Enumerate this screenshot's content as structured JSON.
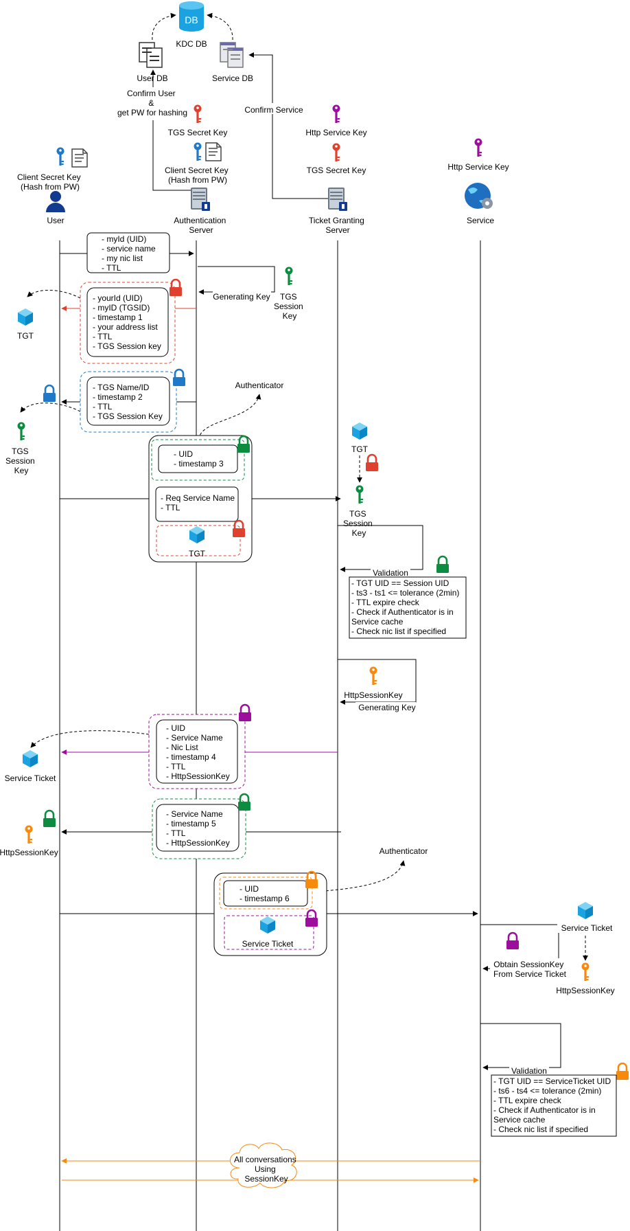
{
  "actors": {
    "user": "User",
    "auth_server": [
      "Authentication",
      "Server"
    ],
    "tgs": [
      "Ticket Granting",
      "Server"
    ],
    "service": "Service"
  },
  "top": {
    "kdc_db": "KDC DB",
    "db_glyph": "DB",
    "user_db": "User DB",
    "service_db": "Service DB",
    "confirm_user": [
      "Confirm User",
      "&",
      "get PW for hashing"
    ],
    "confirm_service": "Confirm Service",
    "tgs_secret_key": "TGS Secret Key",
    "client_secret_key_as": [
      "Client Secret Key",
      "(Hash from PW)"
    ],
    "http_service_key_tgs": "Http Service Key",
    "tgs_secret_key_tgs": "TGS Secret Key",
    "http_service_key_svc": "Http Service Key",
    "client_secret_key_user": [
      "Client Secret Key",
      "(Hash from PW)"
    ]
  },
  "step1": {
    "msg": [
      "- myId (UID)",
      "- service name",
      "- my nic list",
      "- TTL"
    ],
    "generating_key": "Generating Key",
    "tgs_session_key": [
      "TGS",
      "Session",
      "Key"
    ]
  },
  "step2": {
    "tgt_msg": [
      "- yourId (UID)",
      "- myID (TGSID)",
      "- timestamp 1",
      "- your address list",
      "- TTL",
      "- TGS Session key"
    ],
    "tgt_label": "TGT",
    "key_msg": [
      "- TGS Name/ID",
      "- timestamp 2",
      "- TTL",
      "- TGS Session Key"
    ],
    "user_tgs_key": [
      "TGS",
      "Session",
      "Key"
    ]
  },
  "step3": {
    "authenticator": "Authenticator",
    "auth_box": [
      "- UID",
      "- timestamp 3"
    ],
    "req_box": [
      "- Req Service Name",
      "- TTL"
    ],
    "tgt_label": "TGT",
    "tgs_tgt_label": "TGT",
    "tgs_session_key": [
      "TGS",
      "Session",
      "Key"
    ],
    "validation": "Validation",
    "validation_list": [
      "- TGT UID == Session UID",
      "- ts3 - ts1 <= tolerance (2min)",
      "- TTL expire check",
      "- Check if Authenticator is in",
      "Service cache",
      "- Check nic list if specified"
    ],
    "http_session_key": "HttpSessionKey",
    "generating_key": "Generating Key"
  },
  "step4": {
    "ticket_msg": [
      "- UID",
      "- Service Name",
      "- Nic List",
      "- timestamp 4",
      "- TTL",
      "- HttpSessionKey"
    ],
    "service_ticket": "Service Ticket",
    "key_msg": [
      "- Service Name",
      "- timestamp 5",
      "- TTL",
      "- HttpSessionKey"
    ],
    "http_session_key": "HttpSessionKey"
  },
  "step5": {
    "authenticator": "Authenticator",
    "auth_box": [
      "- UID",
      "- timestamp 6"
    ],
    "service_ticket": "Service Ticket",
    "svc_ticket_label": "Service Ticket",
    "obtain": [
      "Obtain SessionKey",
      "From Service Ticket"
    ],
    "svc_session_key": "HttpSessionKey",
    "validation": "Validation",
    "validation_list": [
      "- TGT UID == ServiceTicket UID",
      "- ts6 - ts4 <= tolerance (2min)",
      "- TTL expire check",
      "- Check if Authenticator is in",
      "Service cache",
      "- Check nic list if specified"
    ]
  },
  "final": {
    "cloud": [
      "All conversations",
      "Using",
      "SessionKey"
    ]
  },
  "colors": {
    "red": "#e0412f",
    "blue": "#1f78c8",
    "green": "#0b8c3e",
    "purple": "#9c0f9c",
    "orange": "#f7890c",
    "cyan": "#1aa3e0",
    "navy": "#123a8f"
  }
}
